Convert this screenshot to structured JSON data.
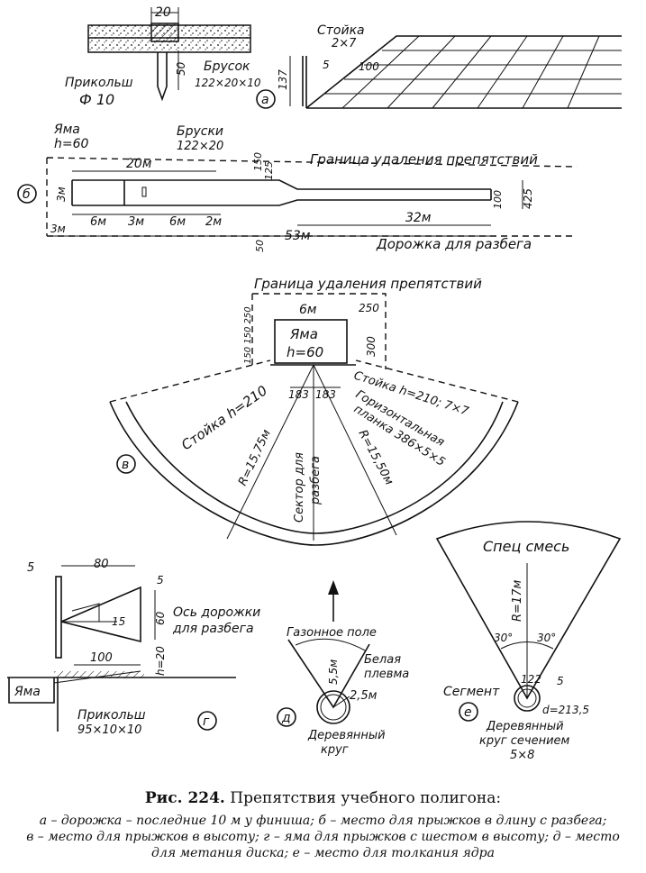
{
  "panel_a": {
    "letter": "а",
    "dim_20": "20",
    "dim_50": "50",
    "dim_137": "137",
    "dim_5": "5",
    "dim_100": "100",
    "label_post": "Стойка",
    "label_post_size": "2×7",
    "label_bar": "Брусок",
    "label_bar_size": "122×20×10",
    "label_stake": "Прикольш",
    "label_stake_size": "Ф 10"
  },
  "panel_b": {
    "letter": "б",
    "label_pit": "Яма",
    "label_pit_h": "h=60",
    "label_bars": "Бруски",
    "label_bars_size": "122×20",
    "dim_20m": "20м",
    "dim_3m": "3м",
    "dim_6m_1": "6м",
    "dim_3m_2": "3м",
    "dim_6m_2": "6м",
    "dim_2m": "2м",
    "dim_3m_left": "3м",
    "dim_32m": "32м",
    "dim_53m": "53м",
    "dim_150": "150",
    "dim_125": "125",
    "dim_100": "100",
    "dim_425": "425",
    "dim_50": "50",
    "label_boundary": "Граница удаления препятствий",
    "label_track": "Дорожка для разбега"
  },
  "panel_v": {
    "letter": "в",
    "label_boundary": "Граница удаления препятствий",
    "dim_6m": "6м",
    "dim_250": "250",
    "dim_300": "300",
    "dim_150_250": "150 150 250",
    "label_pit": "Яма",
    "label_pit_h": "h=60",
    "dim_183_a": "183",
    "dim_183_b": "183",
    "label_post_left": "Стойка h=210",
    "label_post_right": "Стойка h=210; 7×7",
    "label_bar_1": "Горизонтальная",
    "label_bar_2": "планка 386×5×5",
    "label_r_left": "R=15,75м",
    "label_r_right": "R=15,50м",
    "label_sector_1": "Сектор для",
    "label_sector_2": "разбега"
  },
  "panel_g": {
    "letter": "г",
    "dim_5_top": "5",
    "dim_80": "80",
    "dim_5_right": "5",
    "dim_60": "60",
    "dim_15": "15",
    "dim_100": "100",
    "dim_h20": "h=20",
    "label_axis_1": "Ось дорожки",
    "label_axis_2": "для разбега",
    "label_pit": "Яма",
    "label_stake": "Прикольш",
    "label_stake_size": "95×10×10"
  },
  "panel_d": {
    "letter": "д",
    "label_grass": "Газонное поле",
    "label_white_1": "Белая",
    "label_white_2": "плевма",
    "dim_55": "5,5м",
    "dim_25": "2,5м",
    "label_circle_1": "Деревянный",
    "label_circle_2": "круг"
  },
  "panel_e": {
    "letter": "е",
    "label_mix": "Спец смесь",
    "label_r": "R=17м",
    "angle_left": "30°",
    "angle_right": "30°",
    "dim_122": "122",
    "dim_5": "5",
    "label_segment": "Сегмент",
    "dim_d": "d=213,5",
    "label_circle_1": "Деревянный",
    "label_circle_2": "круг сечением",
    "label_circle_3": "5×8"
  },
  "caption": {
    "title_bold": "Рис. 224.",
    "title_rest": "Препятствия учебного полигона:",
    "line1": "а – дорожка – последние 10 м у финиша; б – место для прыжков в длину с разбега;",
    "line2": "в – место для прыжков в высоту; г – яма для прыжков с шестом в высоту; д – место",
    "line3": "для метания диска; е – место для толкания ядра"
  }
}
